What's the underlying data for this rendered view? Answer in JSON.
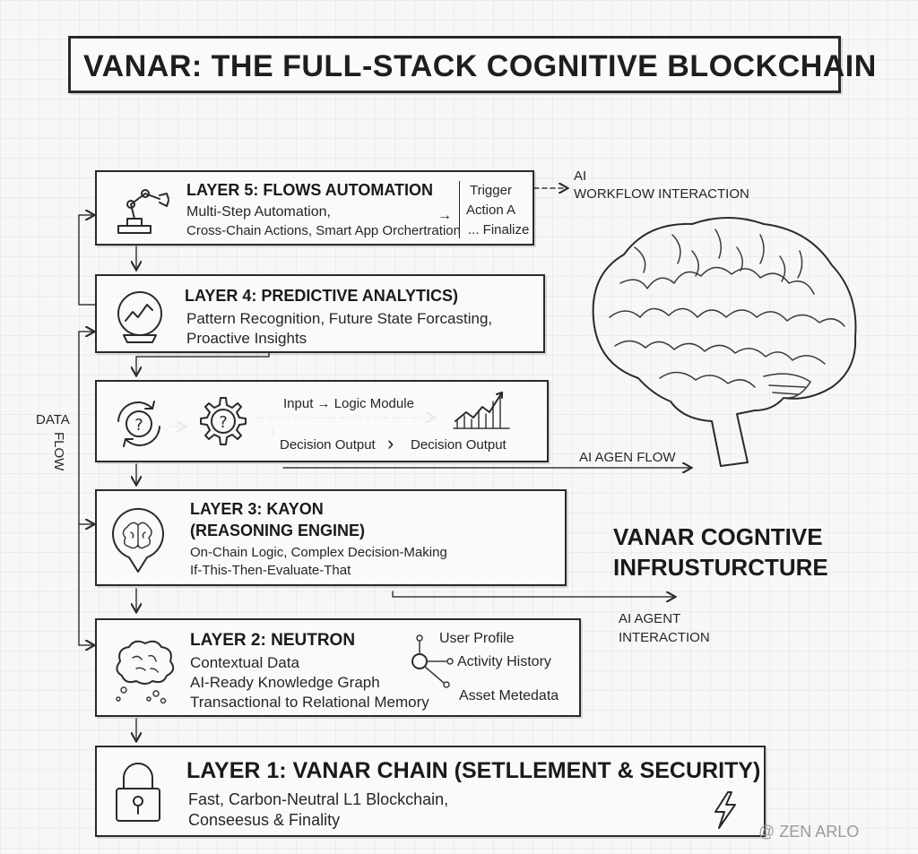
{
  "title": "VANAR: THE FULL-STACK COGNITIVE BLOCKCHAIN",
  "side_label": {
    "line1": "DATA",
    "line2": "FLOW"
  },
  "layer5": {
    "heading": "LAYER 5: FLOWS AUTOMATION",
    "line1": "Multi-Step Automation,",
    "line2": "Cross-Chain Actions, Smart App Orchertration",
    "steps": [
      "Trigger",
      "Action A",
      "... Finalize"
    ]
  },
  "ai_workflow": {
    "line1": "AI",
    "line2": "WORKFLOW INTERACTION"
  },
  "layer4": {
    "heading": "LAYER 4: PREDICTIVE ANALYTICS)",
    "line1": "Pattern Recognition, Future State Forcasting,",
    "line2": "Proactive Insights"
  },
  "logic_box": {
    "input_label": "Input → Logic Module",
    "output_a": "Decision Output",
    "output_b": "Decision Output"
  },
  "ai_agent_flow": "AI AGEN FLOW",
  "layer3": {
    "heading1": "LAYER 3: KAYON",
    "heading2": "(REASONING ENGINE)",
    "line1": "On-Chain Logic, Complex Decision-Making",
    "line2": "If-This-Then-Evaluate-That"
  },
  "cognitive_infra": {
    "line1": "VANAR COGNTIVE",
    "line2": "INFRUSTURCTURE"
  },
  "ai_agent_interaction": {
    "line1": "AI AGENT",
    "line2": "INTERACTION"
  },
  "layer2": {
    "heading": "LAYER 2: NEUTRON",
    "line1": "Contextual Data",
    "line2": "AI-Ready Knowledge Graph",
    "line3": "Transactional to Relational Memory",
    "graph_nodes": [
      "User Profile",
      "Activity History",
      "Asset Metedata"
    ]
  },
  "layer1": {
    "heading": "LAYER 1: VANAR CHAIN (SETLLEMENT & SECURITY)",
    "line1": "Fast, Carbon-Neutral L1 Blockchain,",
    "line2": "Conseesus & Finality"
  },
  "watermark": "@ ZEN ARLO",
  "colors": {
    "ink": "#2a2a2a",
    "paper": "#f7f7f5",
    "grid": "#e6e6e3"
  }
}
